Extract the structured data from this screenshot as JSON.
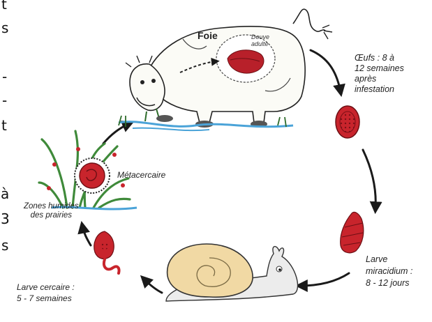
{
  "edge_fragments": [
    "t",
    "s",
    "-",
    "-",
    "t",
    "à",
    "3",
    "s"
  ],
  "labels": {
    "foie": "Foie",
    "douve": [
      "Douve",
      "adulte"
    ],
    "oeufs": [
      "Œufs : 8 à",
      "12 semaines",
      "après",
      "infestation"
    ],
    "larve_miracidium": [
      "Larve",
      "miracidium :",
      "8 - 12 jours"
    ],
    "larve_cercaire": [
      "Larve cercaire :",
      "5 - 7 semaines"
    ],
    "zones_humides": [
      "Zones humides",
      "des prairies"
    ],
    "metacercaire": "Métacercaire"
  },
  "colors": {
    "egg_red": "#c8242c",
    "arrow": "#1a1a1a",
    "shell": "#f1d9a4",
    "grass": "#3f8a3a",
    "water": "#4aa3d8"
  }
}
